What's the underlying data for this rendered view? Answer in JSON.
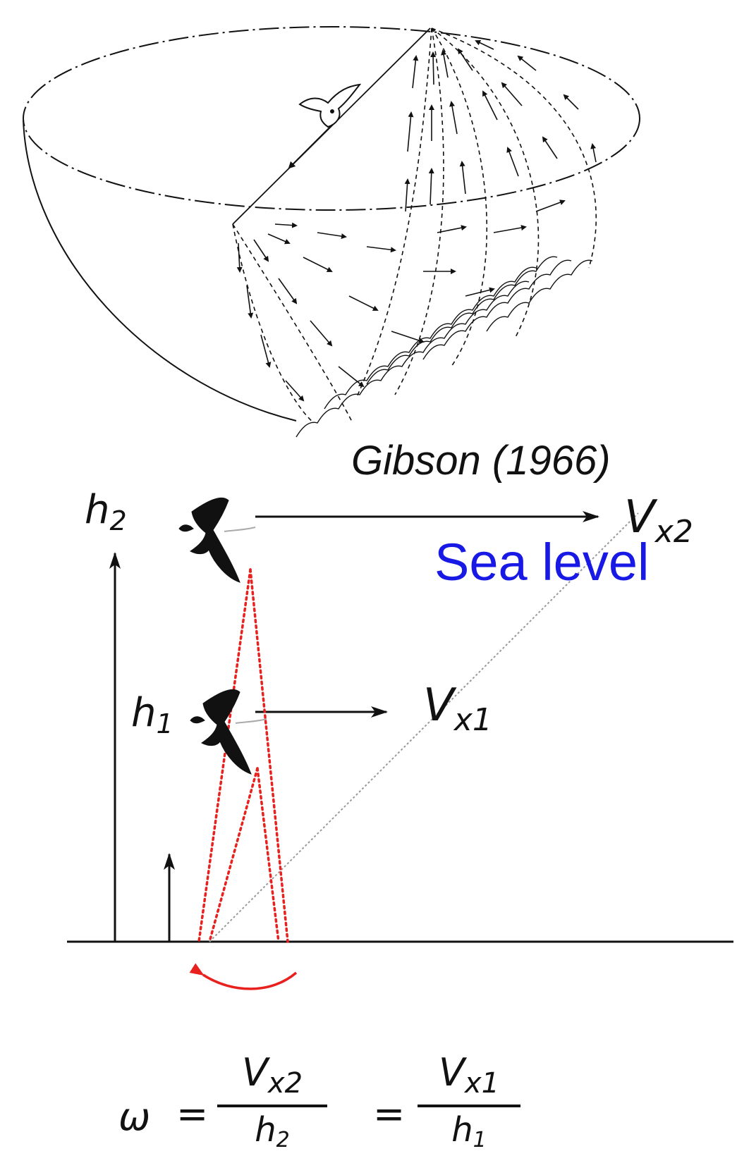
{
  "caption": "Gibson (1966)",
  "sea_level_label": "Sea level",
  "labels": {
    "h2": "h",
    "h2_sub": "2",
    "h1": "h",
    "h1_sub": "1",
    "vx2": "V",
    "vx2_sub": "x2",
    "vx1": "V",
    "vx1_sub": "x1"
  },
  "formula": {
    "omega": "ω",
    "equals": "=",
    "num1": "V",
    "num1_sub": "x2",
    "den1": "h",
    "den1_sub": "2",
    "num2": "V",
    "num2_sub": "x1",
    "den2": "h",
    "den2_sub": "1"
  },
  "colors": {
    "ink": "#111111",
    "sea_level_text": "#1919e6",
    "field_of_view": "#e8201e",
    "rotation_arrow": "#e8201e",
    "diagonal": "#999999"
  },
  "icons": {
    "top_bird": "bird-icon",
    "high_bird": "flying-bird-icon",
    "low_bird": "flying-bird-icon"
  }
}
